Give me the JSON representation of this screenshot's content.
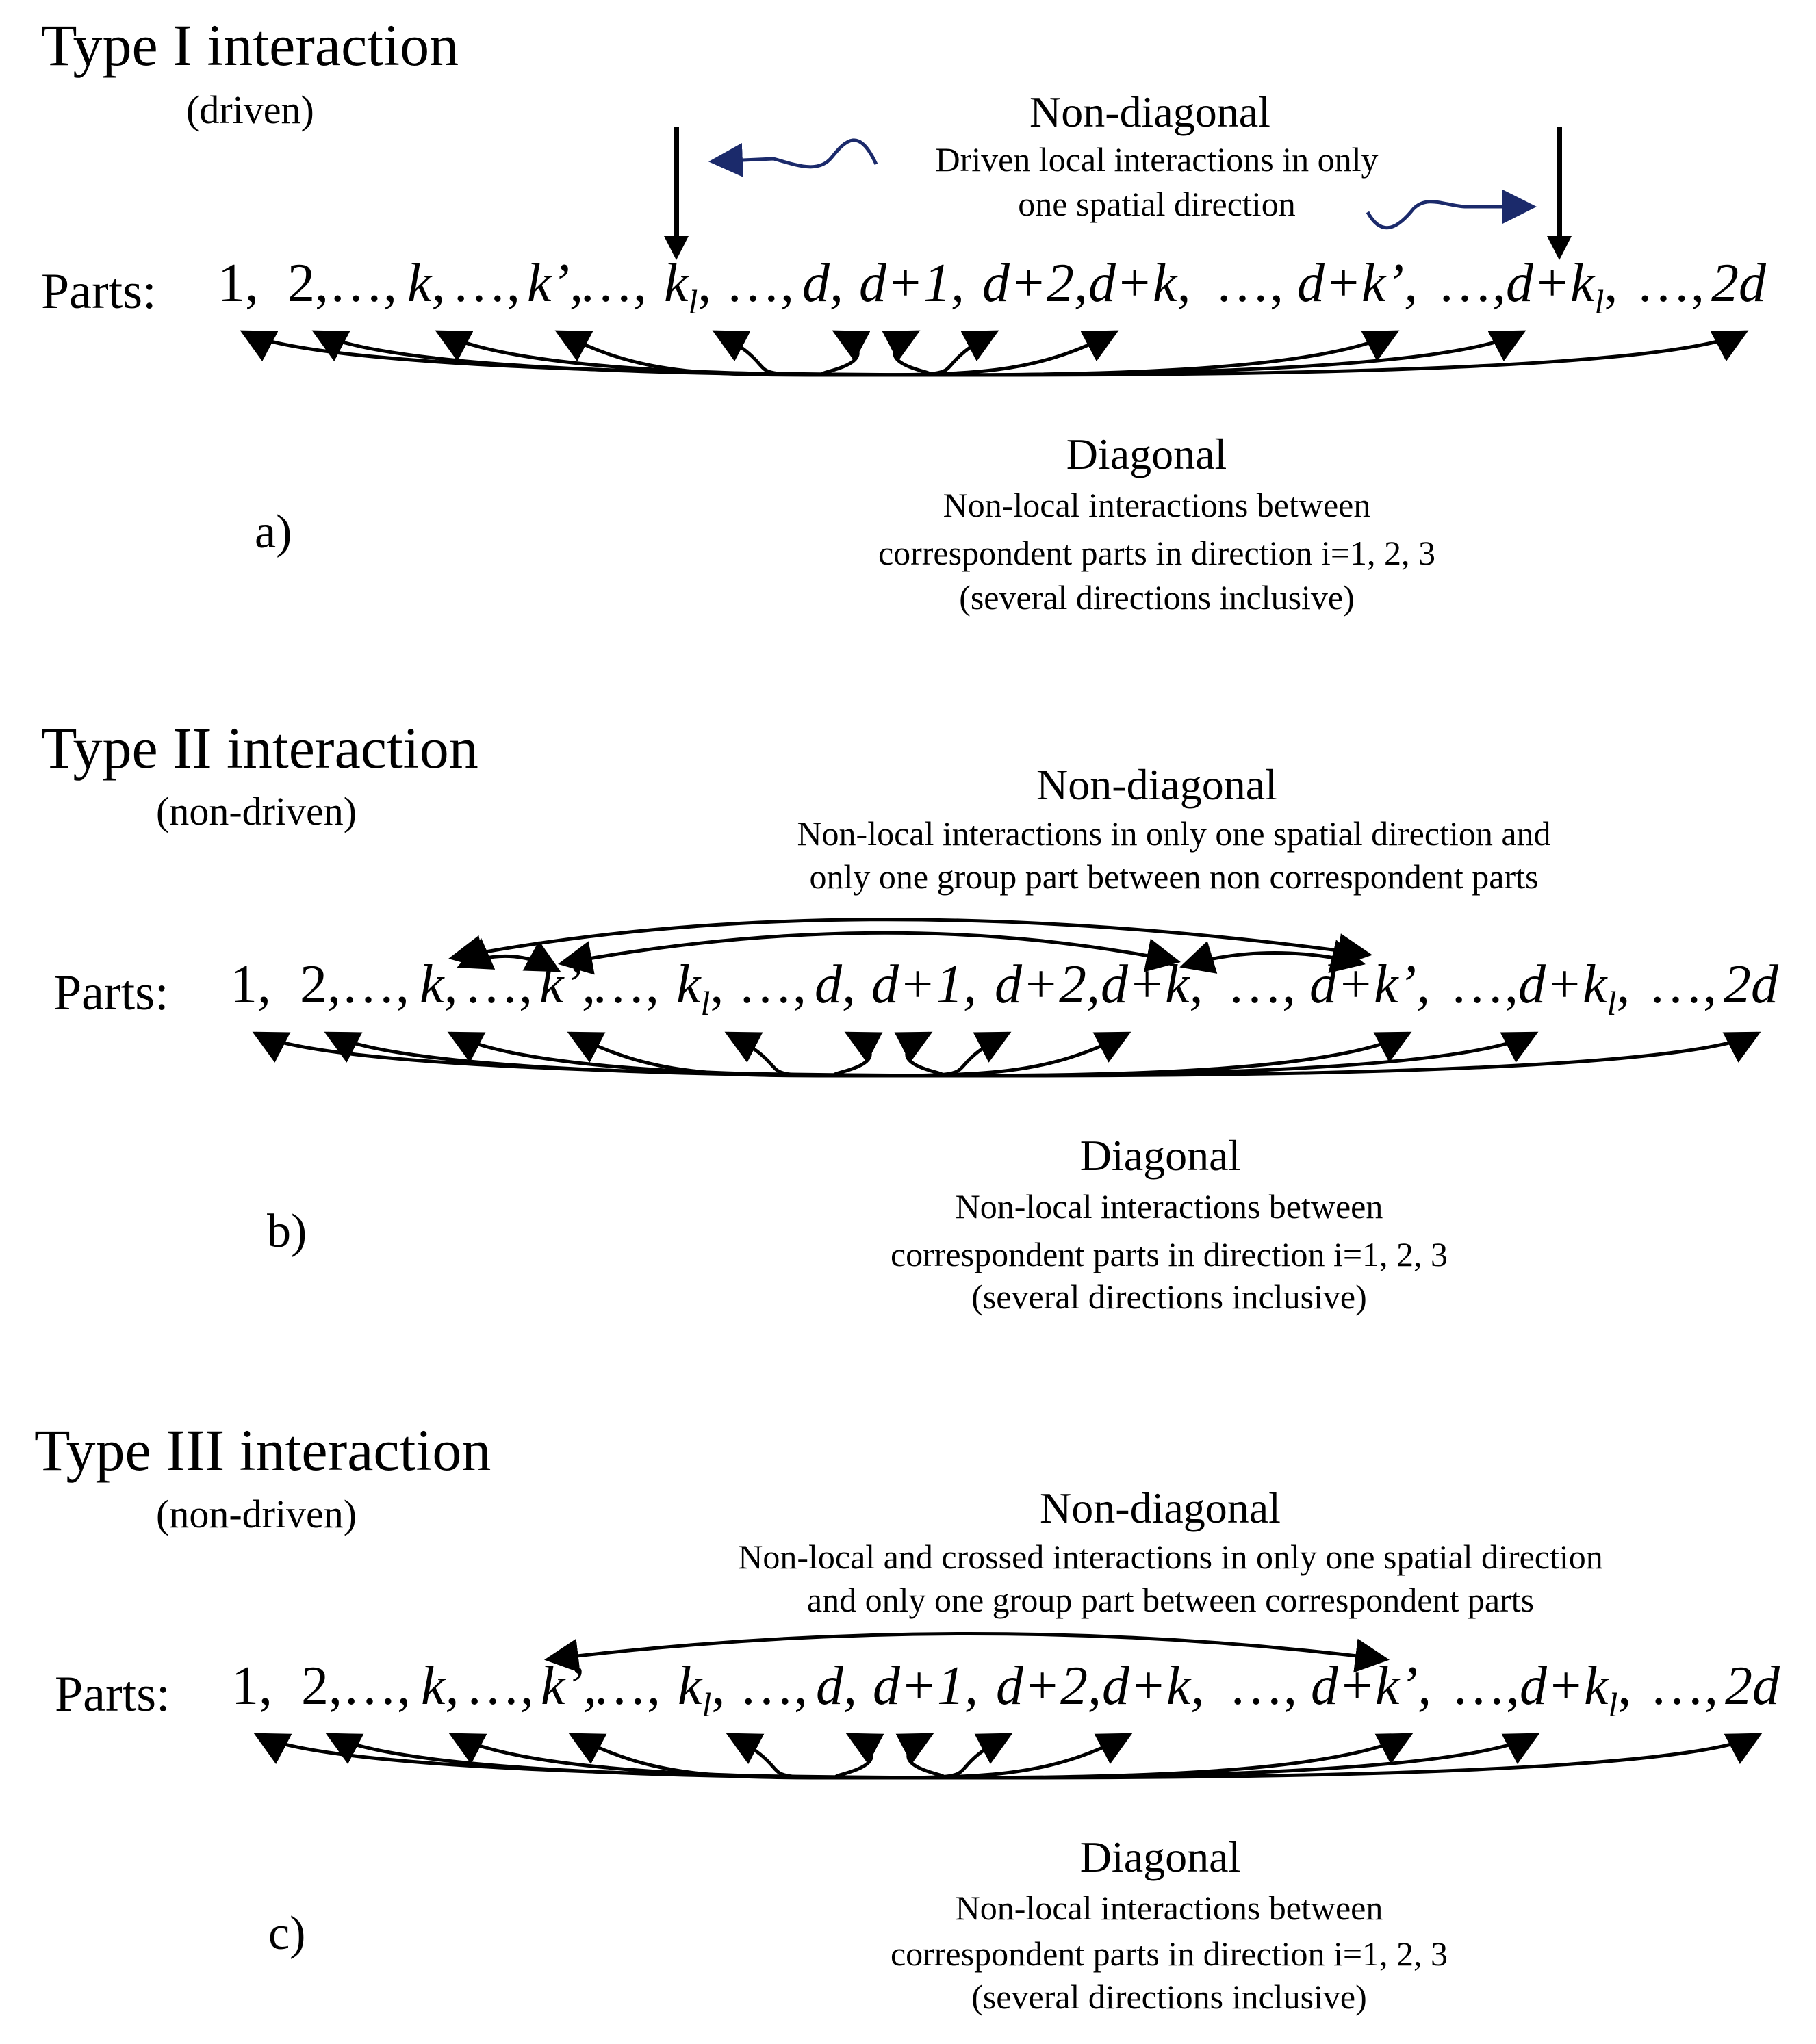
{
  "panels": [
    {
      "id": "a",
      "title": "Type I interaction",
      "subtitle": "(driven)",
      "upper_heading": "Non-diagonal",
      "upper_lines": [
        "Driven local interactions in only",
        "one spatial direction"
      ],
      "parts_label": "Parts:",
      "lower_heading": "Diagonal",
      "lower_lines": [
        "Non-local interactions between",
        "correspondent parts in direction i=1, 2, 3",
        "(several directions inclusive)"
      ],
      "panel_label": "a)"
    },
    {
      "id": "b",
      "title": "Type II interaction",
      "subtitle": "(non-driven)",
      "upper_heading": "Non-diagonal",
      "upper_lines": [
        "Non-local interactions in only one spatial direction and",
        "only one group part between non correspondent parts"
      ],
      "parts_label": "Parts:",
      "lower_heading": "Diagonal",
      "lower_lines": [
        "Non-local interactions between",
        "correspondent parts in direction i=1, 2, 3",
        "(several directions inclusive)"
      ],
      "panel_label": "b)"
    },
    {
      "id": "c",
      "title": "Type III interaction",
      "subtitle": "(non-driven)",
      "upper_heading": "Non-diagonal",
      "upper_lines": [
        "Non-local and crossed interactions in only one spatial direction",
        "and only one group part between correspondent parts"
      ],
      "parts_label": "Parts:",
      "lower_heading": "Diagonal",
      "lower_lines": [
        "Non-local interactions between",
        "correspondent parts in direction i=1, 2, 3",
        "(several directions inclusive)"
      ],
      "panel_label": "c)"
    }
  ],
  "parts_sequence": [
    "1,",
    "2,…,",
    "k,",
    "…,",
    "k’,",
    "…,",
    "kl,",
    "…,",
    "d,",
    "d+1,",
    "d+2,",
    "d+k,",
    "…,",
    "d+k’,",
    "…,",
    "d+kl,",
    "…,",
    "2d"
  ],
  "colors": {
    "ink": "#000000",
    "wavy_arrow": "#1b2a6b"
  }
}
